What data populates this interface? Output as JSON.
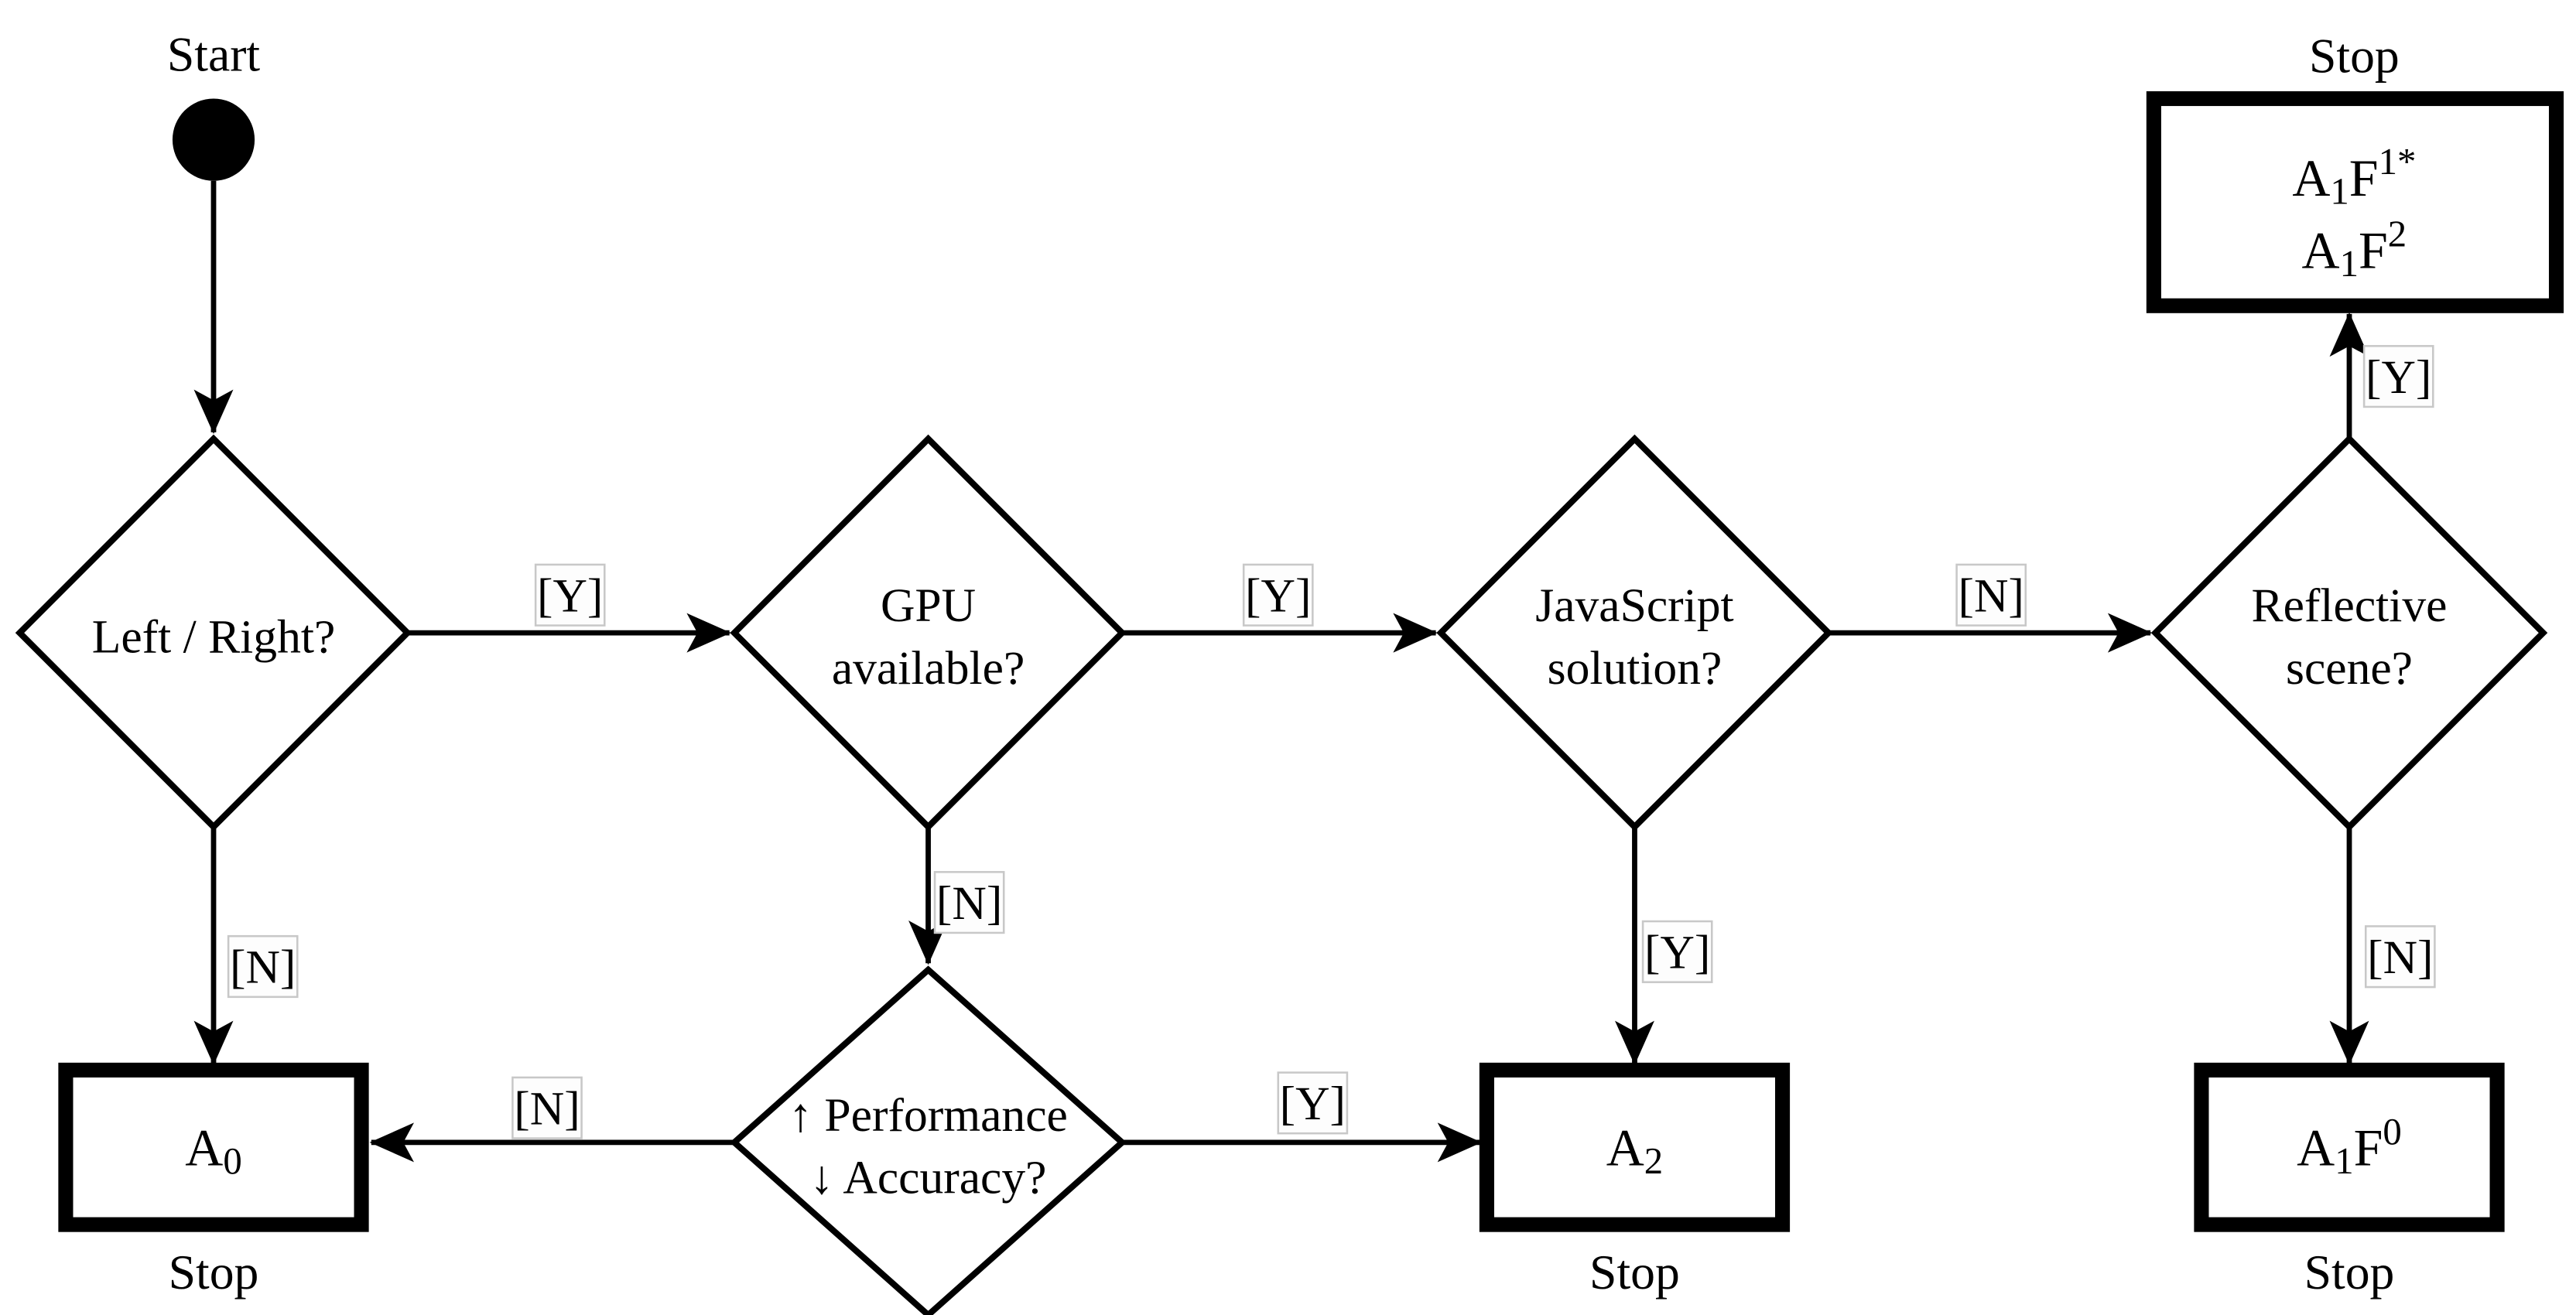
{
  "diagram": {
    "type": "activity-flowchart",
    "colors": {
      "line": "#000000",
      "background": "#ffffff",
      "edge_label_border": "#c8c8c8",
      "edge_label_background": "#fdfdfd"
    },
    "start": {
      "label": "Start"
    },
    "decisions": {
      "left_right": {
        "text": "Left / Right?"
      },
      "gpu": {
        "line1": "GPU",
        "line2": "available?"
      },
      "javascript": {
        "line1": "JavaScript",
        "line2": "solution?"
      },
      "reflective": {
        "line1": "Reflective",
        "line2": "scene?"
      },
      "performance": {
        "line1": "↑ Performance",
        "line2": "↓ Accuracy?"
      }
    },
    "actions": {
      "a0": {
        "base": "A",
        "sub": "0",
        "stop_label": "Stop"
      },
      "a2": {
        "base": "A",
        "sub": "2",
        "stop_label": "Stop"
      },
      "a1f0": {
        "base1": "A",
        "sub1": "1",
        "base2": "F",
        "sup2": "0",
        "stop_label": "Stop"
      },
      "a1f12": {
        "stop_label": "Stop",
        "line1": {
          "base1": "A",
          "sub1": "1",
          "base2": "F",
          "sup2": "1*"
        },
        "line2": {
          "base1": "A",
          "sub1": "1",
          "base2": "F",
          "sup2": "2"
        }
      }
    },
    "edge_labels": {
      "lr_to_gpu": "[Y]",
      "lr_to_a0": "[N]",
      "gpu_to_js": "[Y]",
      "gpu_to_perf": "[N]",
      "js_to_ref": "[N]",
      "js_to_a2": "[Y]",
      "perf_to_a0": "[N]",
      "perf_to_a2": "[Y]",
      "ref_to_a1f12": "[Y]",
      "ref_to_a1f0": "[N]"
    }
  }
}
